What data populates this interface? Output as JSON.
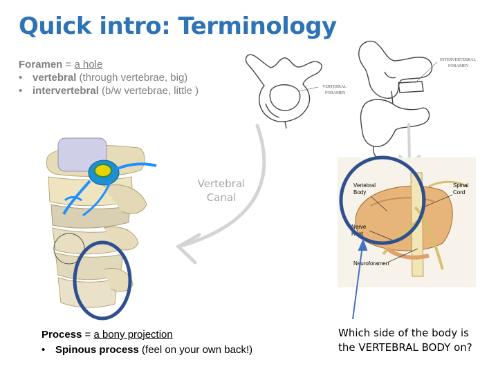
{
  "title": "Quick intro: Terminology",
  "foramen": {
    "term": "Foramen",
    "sep": " = ",
    "definition": "a hole",
    "items": [
      {
        "bullet": "•",
        "term": "vertebral",
        "detail": " (through vertebrae, big)"
      },
      {
        "bullet": "•",
        "term": "intervertebral",
        "detail": " (b/w vertebrae, little )"
      }
    ]
  },
  "canal_label_line1": "Vertebral",
  "canal_label_line2": "Canal",
  "diagram_labels": {
    "vertebral_foramen_1": "VERTEBRAL",
    "vertebral_foramen_2": "FORAMEN",
    "intervertebral_foramen_1": "INTERVERTEBRAL",
    "intervertebral_foramen_2": "FORAMEN",
    "vertebral_body_1": "Vertebral",
    "vertebral_body_2": "Body",
    "spinal_cord_1": "Spinal",
    "spinal_cord_2": "Cord",
    "nerve_root_1": "Nerve",
    "nerve_root_2": "Root",
    "neuroforamen": "Neuroforamen"
  },
  "process": {
    "term": "Process",
    "sep": " = ",
    "definition": "a bony projection",
    "item": {
      "bullet": "•",
      "term": "Spinous process",
      "detail": " (feel on your own back!)"
    }
  },
  "question_line1": "Which side of the body is",
  "question_line2": "the VERTEBRAL BODY on?",
  "colors": {
    "title": "#2e74b5",
    "circle": "#2f4f8f",
    "arrow": "#d0d0d0",
    "nerve": "#1e90ff",
    "bone": "#efe6c8"
  }
}
